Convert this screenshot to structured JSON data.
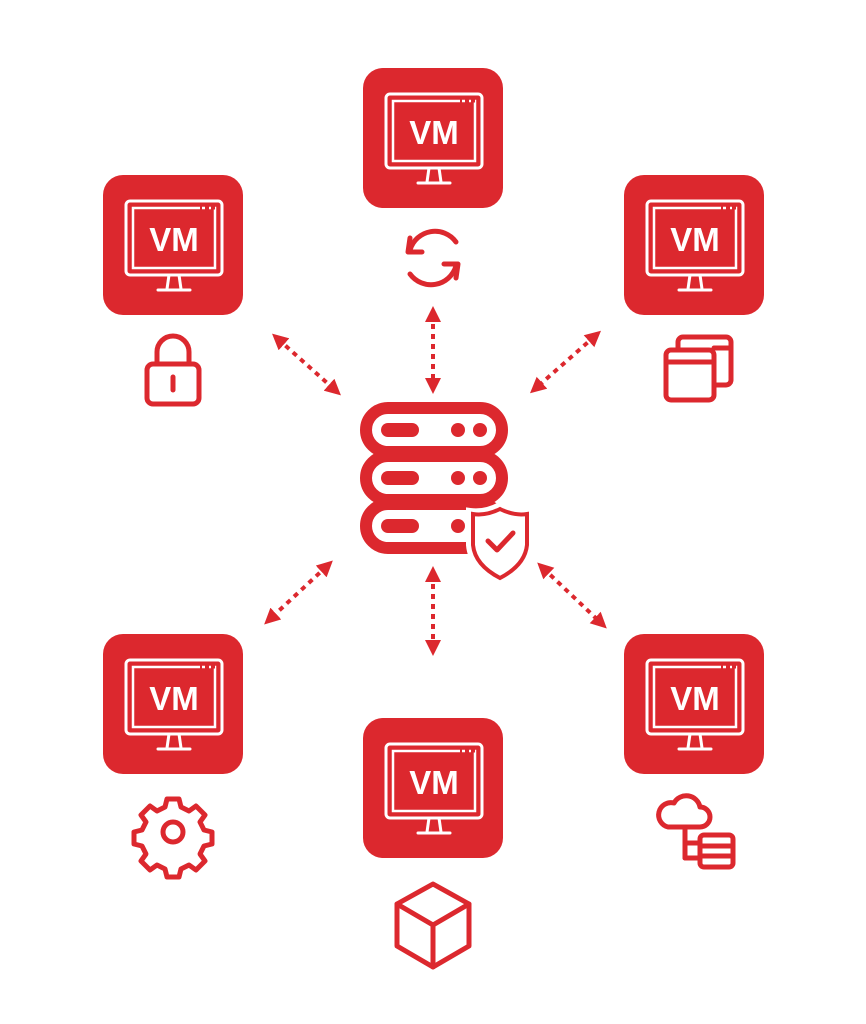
{
  "diagram": {
    "accent_color": "#dc282e",
    "center": {
      "icon": "server-with-shield-check-icon"
    },
    "vms": [
      {
        "label": "VM",
        "position": "top",
        "badge_icon": "sync-icon"
      },
      {
        "label": "VM",
        "position": "top-left",
        "badge_icon": "lock-icon"
      },
      {
        "label": "VM",
        "position": "top-right",
        "badge_icon": "windows-stack-icon"
      },
      {
        "label": "VM",
        "position": "bottom-left",
        "badge_icon": "gear-icon"
      },
      {
        "label": "VM",
        "position": "bottom-right",
        "badge_icon": "cloud-database-icon"
      },
      {
        "label": "VM",
        "position": "bottom",
        "badge_icon": "cube-icon"
      }
    ]
  }
}
